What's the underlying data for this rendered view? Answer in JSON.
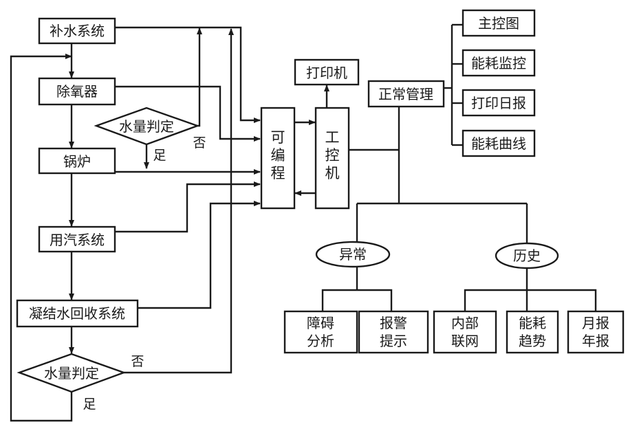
{
  "left_flow": {
    "makeup": "补水系统",
    "deaerator": "除氧器",
    "judge_top": "水量判定",
    "judge_top_no": "否",
    "judge_top_yes": "足",
    "boiler": "锅炉",
    "steam_use": "用汽系统",
    "condensate": "凝结水回收系统",
    "judge_bottom": "水量判定",
    "judge_bottom_no": "否",
    "judge_bottom_yes": "足"
  },
  "center": {
    "plc": [
      "可",
      "编",
      "程"
    ],
    "ipc": [
      "工",
      "控",
      "机"
    ],
    "printer": "打印机"
  },
  "right": {
    "normal": "正常管理",
    "normal_items": [
      "主控图",
      "能耗监控",
      "打印日报",
      "能耗曲线"
    ],
    "abnormal": "异常",
    "abnormal_items": [
      [
        "障碍",
        "分析"
      ],
      [
        "报警",
        "提示"
      ]
    ],
    "history": "历史",
    "history_items": [
      [
        "内部",
        "联网"
      ],
      [
        "能耗",
        "趋势"
      ],
      [
        "月报",
        "年报"
      ]
    ]
  }
}
